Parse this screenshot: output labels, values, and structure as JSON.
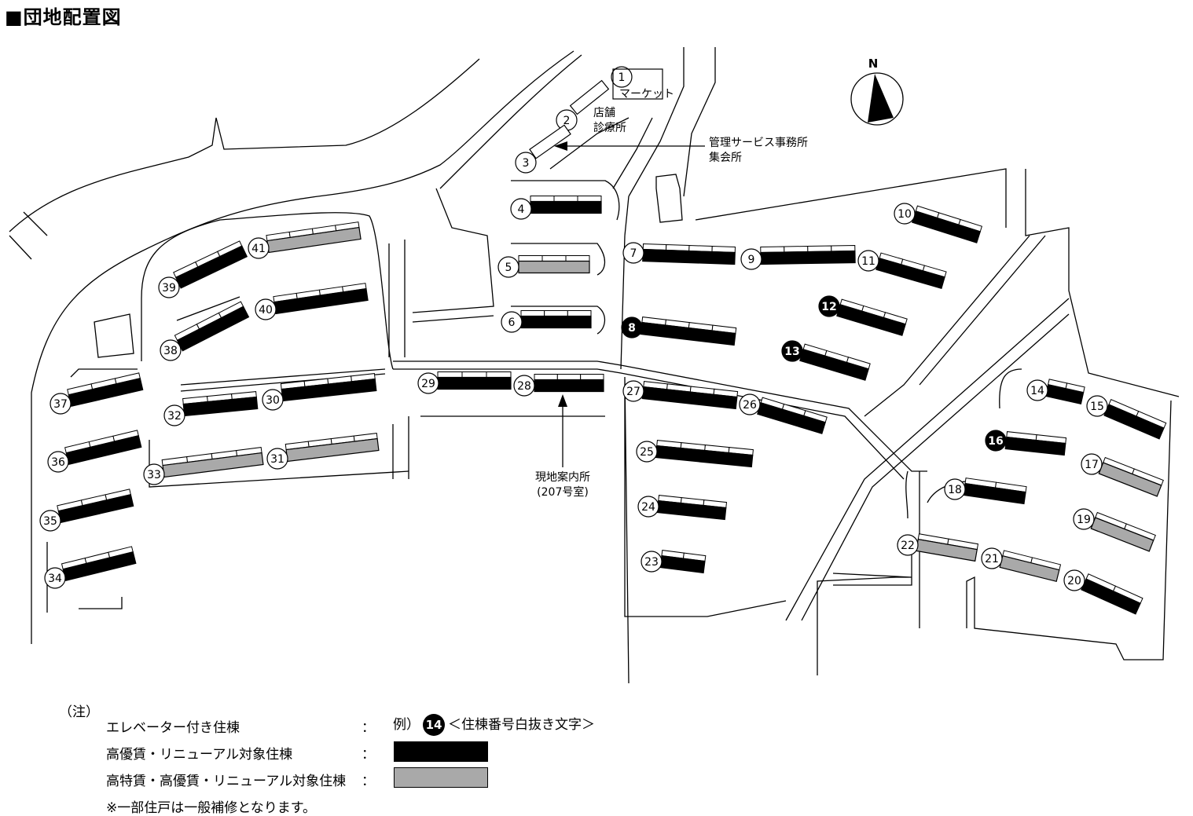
{
  "title": "■団地配置図",
  "facilities": {
    "market": "マーケット",
    "shop_line1": "店舗",
    "shop_line2": "診療所",
    "office_line1": "管理サービス事務所",
    "office_line2": "集会所",
    "site_office_line1": "現地案内所",
    "site_office_line2": "(207号室)",
    "north": "N"
  },
  "colors": {
    "renewal": "#000000",
    "high_spec": "#a9a9a9",
    "line": "#000000"
  },
  "buildings": [
    {
      "no": "1",
      "type": "facility"
    },
    {
      "no": "2",
      "type": "facility"
    },
    {
      "no": "3",
      "type": "facility"
    },
    {
      "no": "4",
      "type": "renewal"
    },
    {
      "no": "5",
      "type": "high_spec"
    },
    {
      "no": "6",
      "type": "renewal"
    },
    {
      "no": "7",
      "type": "renewal"
    },
    {
      "no": "8",
      "type": "renewal",
      "elevator": true
    },
    {
      "no": "9",
      "type": "renewal"
    },
    {
      "no": "10",
      "type": "renewal"
    },
    {
      "no": "11",
      "type": "renewal"
    },
    {
      "no": "12",
      "type": "renewal",
      "elevator": true
    },
    {
      "no": "13",
      "type": "renewal",
      "elevator": true
    },
    {
      "no": "14",
      "type": "renewal"
    },
    {
      "no": "15",
      "type": "renewal"
    },
    {
      "no": "16",
      "type": "renewal",
      "elevator": true
    },
    {
      "no": "17",
      "type": "high_spec"
    },
    {
      "no": "18",
      "type": "renewal"
    },
    {
      "no": "19",
      "type": "high_spec"
    },
    {
      "no": "20",
      "type": "renewal"
    },
    {
      "no": "21",
      "type": "high_spec"
    },
    {
      "no": "22",
      "type": "high_spec"
    },
    {
      "no": "23",
      "type": "renewal"
    },
    {
      "no": "24",
      "type": "renewal"
    },
    {
      "no": "25",
      "type": "renewal"
    },
    {
      "no": "26",
      "type": "renewal"
    },
    {
      "no": "27",
      "type": "renewal"
    },
    {
      "no": "28",
      "type": "renewal"
    },
    {
      "no": "29",
      "type": "renewal"
    },
    {
      "no": "30",
      "type": "renewal"
    },
    {
      "no": "31",
      "type": "high_spec"
    },
    {
      "no": "32",
      "type": "renewal"
    },
    {
      "no": "33",
      "type": "high_spec"
    },
    {
      "no": "34",
      "type": "renewal"
    },
    {
      "no": "35",
      "type": "renewal"
    },
    {
      "no": "36",
      "type": "renewal"
    },
    {
      "no": "37",
      "type": "renewal"
    },
    {
      "no": "38",
      "type": "renewal"
    },
    {
      "no": "39",
      "type": "renewal"
    },
    {
      "no": "40",
      "type": "renewal"
    },
    {
      "no": "41",
      "type": "high_spec"
    }
  ],
  "legend": {
    "note": "（注）",
    "elevator_label": "エレベーター付き住棟",
    "elevator_example_prefix": "例）",
    "elevator_example_no": "14",
    "elevator_example_desc": "＜住棟番号白抜き文字＞",
    "renewal_label": "高優賃・リニューアル対象住棟",
    "high_spec_label": "高特賃・高優賃・リニューアル対象住棟",
    "colon": "：",
    "footnote": "※一部住戸は一般補修となります。"
  }
}
